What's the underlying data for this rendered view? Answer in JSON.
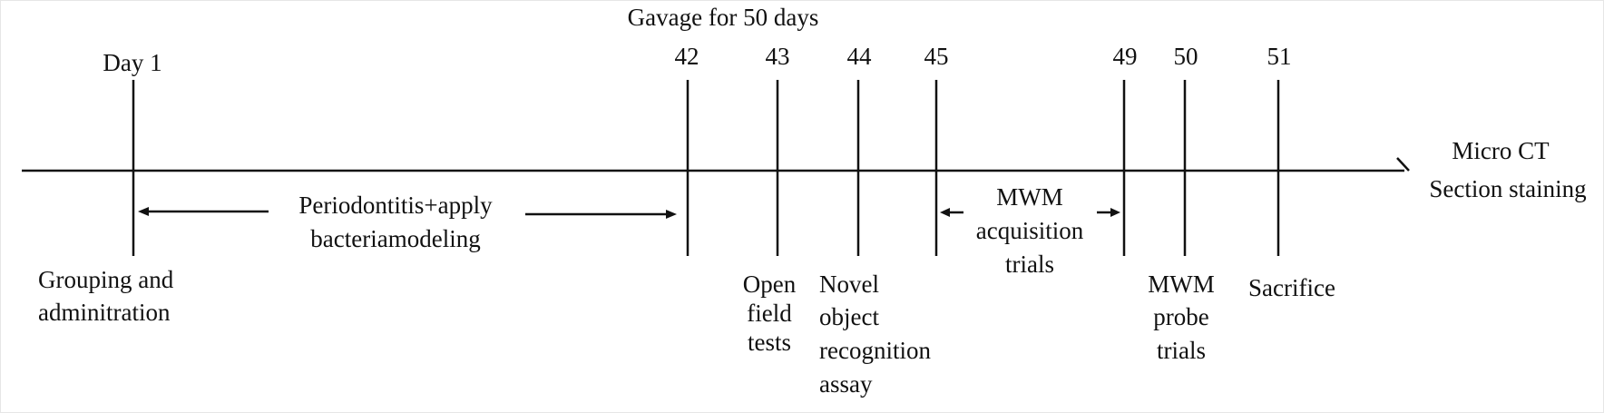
{
  "diagram": {
    "title": "Gavage for 50 days",
    "ink_color": "#111111",
    "axis_end_label": [
      "Micro CT",
      "Section staining"
    ],
    "day_markers": [
      {
        "label": "Day 1",
        "day": 1
      },
      {
        "label": "42",
        "day": 42
      },
      {
        "label": "43",
        "day": 43
      },
      {
        "label": "44",
        "day": 44
      },
      {
        "label": "45",
        "day": 45
      },
      {
        "label": "49",
        "day": 49
      },
      {
        "label": "50",
        "day": 50
      },
      {
        "label": "51",
        "day": 51
      }
    ],
    "phases": [
      {
        "label": [
          "Periodontitis+apply",
          "bacteriamodeling"
        ],
        "from_day": 1,
        "to_day": 42
      },
      {
        "label": [
          "MWM",
          "acquisition",
          "trials"
        ],
        "from_day": 45,
        "to_day": 49
      }
    ],
    "events": [
      {
        "day": 1,
        "label": [
          "Grouping and",
          "adminitration"
        ]
      },
      {
        "day": 43,
        "label": [
          "Open",
          "field",
          "tests"
        ]
      },
      {
        "day": 44,
        "label": [
          "Novel",
          "object",
          "recognition",
          "assay"
        ]
      },
      {
        "day": 50,
        "label": [
          "MWM",
          "probe",
          "trials"
        ]
      },
      {
        "day": 51,
        "label": [
          "Sacrifice"
        ]
      }
    ]
  }
}
